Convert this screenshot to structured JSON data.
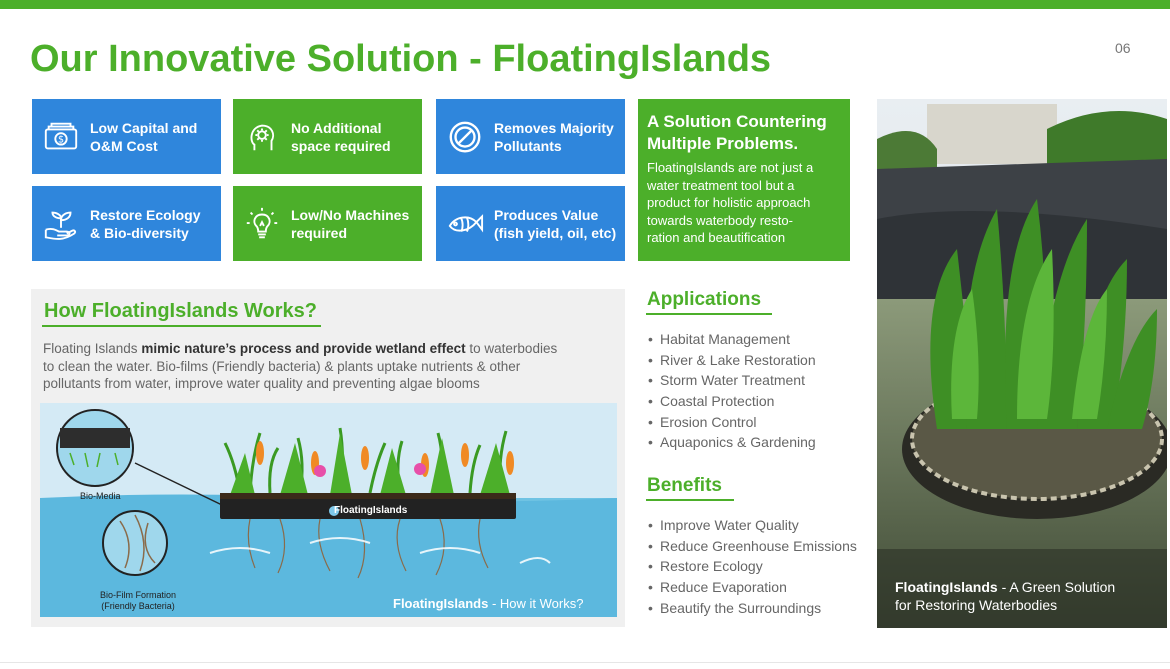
{
  "header": {
    "title": "Our Innovative Solution - FloatingIslands",
    "page_number": "06"
  },
  "features": [
    {
      "line1": "Low Capital and",
      "line2": "O&M Cost",
      "icon": "money-icon",
      "color": "blue"
    },
    {
      "line1": "No Additional",
      "line2": "space required",
      "icon": "gear-head-icon",
      "color": "green"
    },
    {
      "line1": "Removes Majority",
      "line2": "Pollutants",
      "icon": "prohibited-icon",
      "color": "blue"
    },
    {
      "line1": "Restore Ecology",
      "line2": "& Bio-diversity",
      "icon": "hand-plant-icon",
      "color": "blue"
    },
    {
      "line1": "Low/No Machines",
      "line2": "required",
      "icon": "lightbulb-icon",
      "color": "green"
    },
    {
      "line1": "Produces Value",
      "line2": "(fish yield, oil, etc)",
      "icon": "fish-icon",
      "color": "blue"
    }
  ],
  "solution": {
    "heading_line1": "A Solution Countering",
    "heading_line2": "Multiple Problems.",
    "body_lines": [
      "FloatingIslands are not just a",
      "water treatment tool but a",
      "product for holistic approach",
      "towards waterbody resto-",
      "ration and beautification"
    ]
  },
  "how_it_works": {
    "heading": "How FloatingIslands Works?",
    "line1_pre": "Floating Islands ",
    "line1_bold": "mimic nature’s process and provide wetland effect",
    "line1_post": " to waterbodies",
    "line2": "to clean the water. Bio-films (Friendly bacteria) & plants uptake nutrients & other",
    "line3": "pollutants from water, improve water quality and preventing algae blooms",
    "diagram": {
      "bio_media_label": "Bio-Media",
      "biofilm_label_line1": "Bio-Film Formation",
      "biofilm_label_line2": "(Friendly Bacteria)",
      "brand_label": "FloatingIslands",
      "caption_brand": "FloatingIslands",
      "caption_rest": " - How it Works?"
    }
  },
  "applications": {
    "heading": "Applications",
    "items": [
      "Habitat Management",
      "River & Lake Restoration",
      "Storm Water Treatment",
      "Coastal Protection",
      "Erosion Control",
      "Aquaponics & Gardening"
    ]
  },
  "benefits": {
    "heading": "Benefits",
    "items": [
      "Improve Water Quality",
      "Reduce Greenhouse Emissions",
      "Restore Ecology",
      "Reduce Evaporation",
      "Beautify the Surroundings"
    ]
  },
  "photo": {
    "caption_brand": "FloatingIslands",
    "caption_rest": " - A Green Solution",
    "caption_line2": "for Restoring Waterbodies"
  },
  "colors": {
    "brand_green": "#4caf2a",
    "brand_blue": "#2f86dc"
  }
}
